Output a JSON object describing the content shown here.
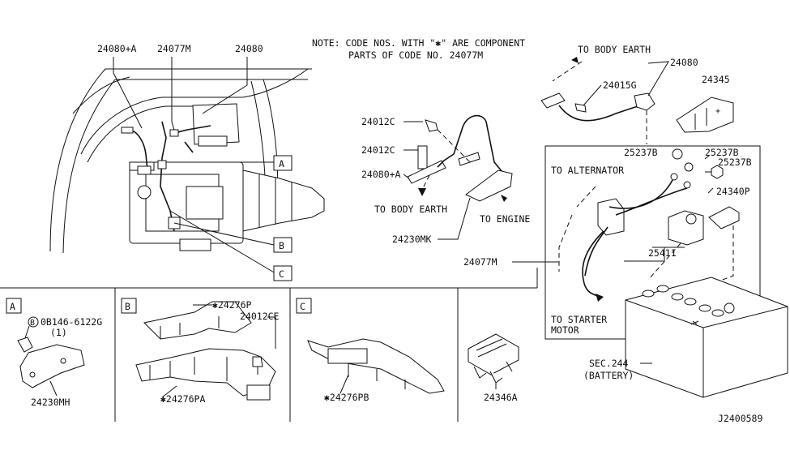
{
  "note": {
    "line1": "NOTE: CODE NOS. WITH \"✱\" ARE COMPONENT",
    "line2": "PARTS OF CODE NO. 24077M"
  },
  "engine_bay": {
    "p_24080A": "24080+A",
    "p_24077M": "24077M",
    "p_24080": "24080",
    "callout_a": "A",
    "callout_b": "B",
    "callout_c": "C"
  },
  "center": {
    "p_24012C_top": "24012C",
    "p_24012C_mid": "24012C",
    "p_24080A": "24080+A",
    "to_body_earth": "TO BODY EARTH",
    "to_engine": "TO ENGINE",
    "p_24230MK": "24230MK"
  },
  "battery_area": {
    "to_body_earth": "TO BODY EARTH",
    "p_24080": "24080",
    "p_24015G": "24015G",
    "p_24345": "24345",
    "p_25237B_1": "25237B",
    "p_25237B_2": "25237B",
    "p_25237B_3": "25237B",
    "to_alternator": "TO ALTERNATOR",
    "p_24340P": "24340P",
    "p_25411": "25411",
    "p_24077M": "24077M",
    "to_starter_1": "TO STARTER",
    "to_starter_2": "MOTOR",
    "sec244": "SEC.244",
    "battery": "(BATTERY)"
  },
  "panel_a": {
    "tag": "A",
    "bolt_circle": "B",
    "bolt": "0B146-6122G",
    "qty": "(1)",
    "p_24230MH": "24230MH"
  },
  "panel_b": {
    "tag": "B",
    "p_24276P": "✱24276P",
    "p_24012CE": "24012CE",
    "p_24276PA": "✱24276PA"
  },
  "panel_c": {
    "tag": "C",
    "p_24276PB": "✱24276PB"
  },
  "panel_d": {
    "p_24346A": "24346A"
  },
  "diagram_id": "J2400589"
}
